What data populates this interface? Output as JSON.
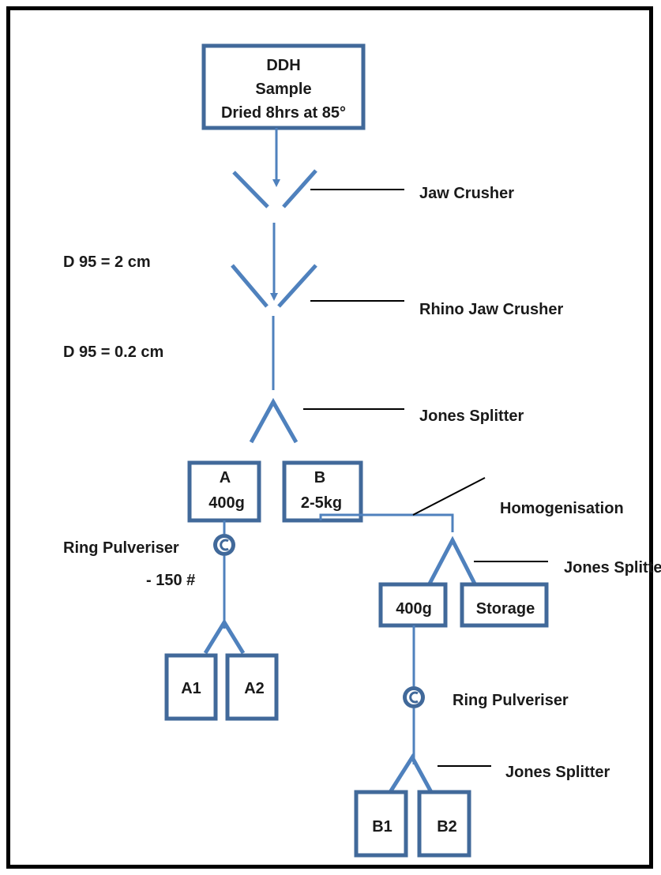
{
  "colors": {
    "flow": "#4f81bd",
    "box": "#41699a",
    "leader": "#000000",
    "frame": "#000000"
  },
  "start_box": {
    "line1": "DDH",
    "line2": "Sample",
    "line3": "Dried 8hrs at 85°"
  },
  "equipment": {
    "jaw_crusher": "Jaw Crusher",
    "rhino_jaw_crusher": "Rhino  Jaw Crusher",
    "jones_splitter_1": "Jones Splitter",
    "homogenisation": "Homogenisation",
    "jones_splitter_2": "Jones Splitter",
    "ring_pulveriser_a": "Ring Pulveriser",
    "ring_pulveriser_b": "Ring Pulveriser",
    "jones_splitter_3": "Jones Splitter"
  },
  "sizes": {
    "d95_jaw": "D 95 = 2 cm",
    "d95_rhino": "D 95 = 0.2 cm",
    "mesh": "- 150 #"
  },
  "boxes": {
    "a": {
      "line1": "A",
      "line2": "400g"
    },
    "b": {
      "line1": "B",
      "line2": "2-5kg"
    },
    "b_sub": "400g",
    "storage": "Storage",
    "a1": "A1",
    "a2": "A2",
    "b1": "B1",
    "b2": "B2"
  }
}
